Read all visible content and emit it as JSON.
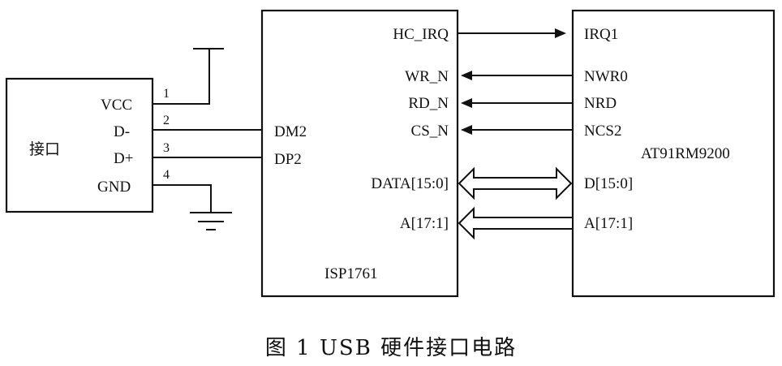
{
  "connector": {
    "name": "接口",
    "pins": [
      {
        "signal": "VCC",
        "number": "1"
      },
      {
        "signal": "D-",
        "number": "2"
      },
      {
        "signal": "D+",
        "number": "3"
      },
      {
        "signal": "GND",
        "number": "4"
      }
    ]
  },
  "isp": {
    "name": "ISP1761",
    "left_pins": [
      "DM2",
      "DP2"
    ],
    "right_pins": [
      "HC_IRQ",
      "WR_N",
      "RD_N",
      "CS_N",
      "DATA[15:0]",
      "A[17:1]"
    ]
  },
  "mcu": {
    "name": "AT91RM9200",
    "pins": [
      "IRQ1",
      "NWR0",
      "NRD",
      "NCS2",
      "D[15:0]",
      "A[17:1]"
    ]
  },
  "caption": "图 1   USB 硬件接口电路"
}
